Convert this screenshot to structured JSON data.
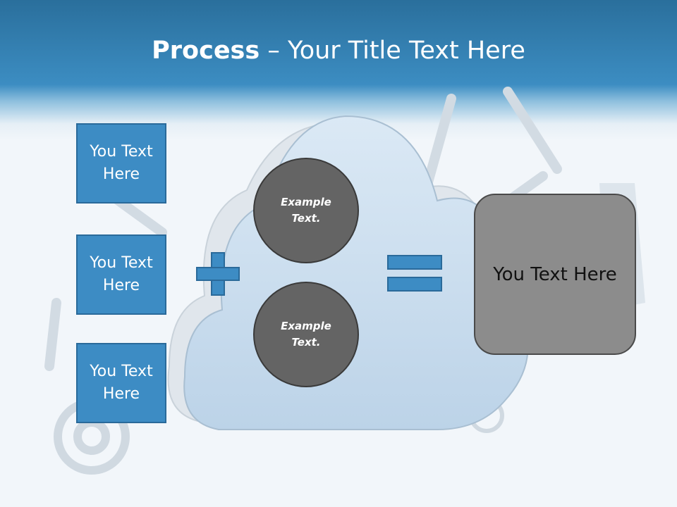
{
  "slide": {
    "title_bold": "Process",
    "title_rest": " – Your Title Text Here"
  },
  "left_boxes": [
    {
      "label": "You Text Here"
    },
    {
      "label": "You Text Here"
    },
    {
      "label": "You Text Here"
    }
  ],
  "circles": [
    {
      "label": "Example Text."
    },
    {
      "label": "Example Text."
    }
  ],
  "operators": {
    "plus_icon": "plus-icon",
    "equals_icon": "equals-icon"
  },
  "result": {
    "label": "You Text Here"
  },
  "colors": {
    "header_blue": "#3c8dc2",
    "box_blue": "#3d8cc4",
    "circle_gray": "#646464",
    "result_gray": "#8c8c8c"
  }
}
